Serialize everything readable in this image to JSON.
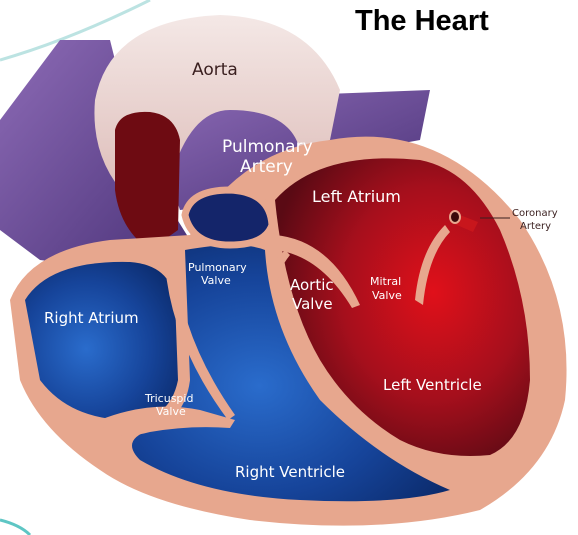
{
  "title": "The Heart",
  "labels": {
    "aorta": "Aorta",
    "pulmonary_artery_line1": "Pulmonary",
    "pulmonary_artery_line2": "Artery",
    "left_atrium": "Left Atrium",
    "coronary_artery_line1": "Coronary",
    "coronary_artery_line2": "Artery",
    "pulmonary_valve_line1": "Pulmonary",
    "pulmonary_valve_line2": "Valve",
    "aortic_valve_line1": "Aortic",
    "aortic_valve_line2": "Valve",
    "mitral_valve_line1": "Mitral",
    "mitral_valve_line2": "Valve",
    "right_atrium": "Right Atrium",
    "tricuspid_valve_line1": "Tricuspid",
    "tricuspid_valve_line2": "Valve",
    "left_ventricle": "Left Ventricle",
    "right_ventricle": "Right Ventricle"
  },
  "colors": {
    "tissue": "#e7a78e",
    "aorta": "#ecd9d6",
    "vein_purple": "#6d4b93",
    "oxygenated": "#c3141c",
    "deoxygenated": "#1a4fa3"
  }
}
